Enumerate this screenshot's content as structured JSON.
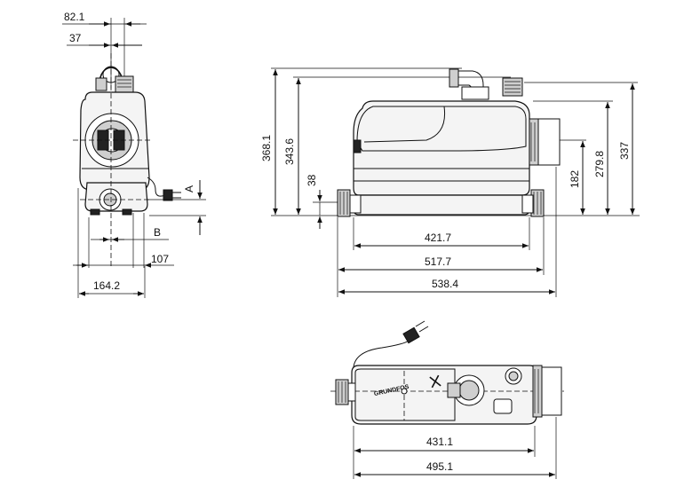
{
  "side_view": {
    "dim_82_1": "82.1",
    "dim_37": "37",
    "dim_A": "A",
    "dim_B": "B",
    "dim_107": "107",
    "dim_164_2": "164.2"
  },
  "front_view": {
    "dim_368_1": "368.1",
    "dim_343_6": "343.6",
    "dim_38": "38",
    "dim_182": "182",
    "dim_279_8": "279.8",
    "dim_337": "337",
    "dim_421_7": "421.7",
    "dim_517_7": "517.7",
    "dim_538_4": "538.4"
  },
  "top_view": {
    "brand": "GRUNDFOS",
    "dim_431_1": "431.1",
    "dim_495_1": "495.1"
  }
}
